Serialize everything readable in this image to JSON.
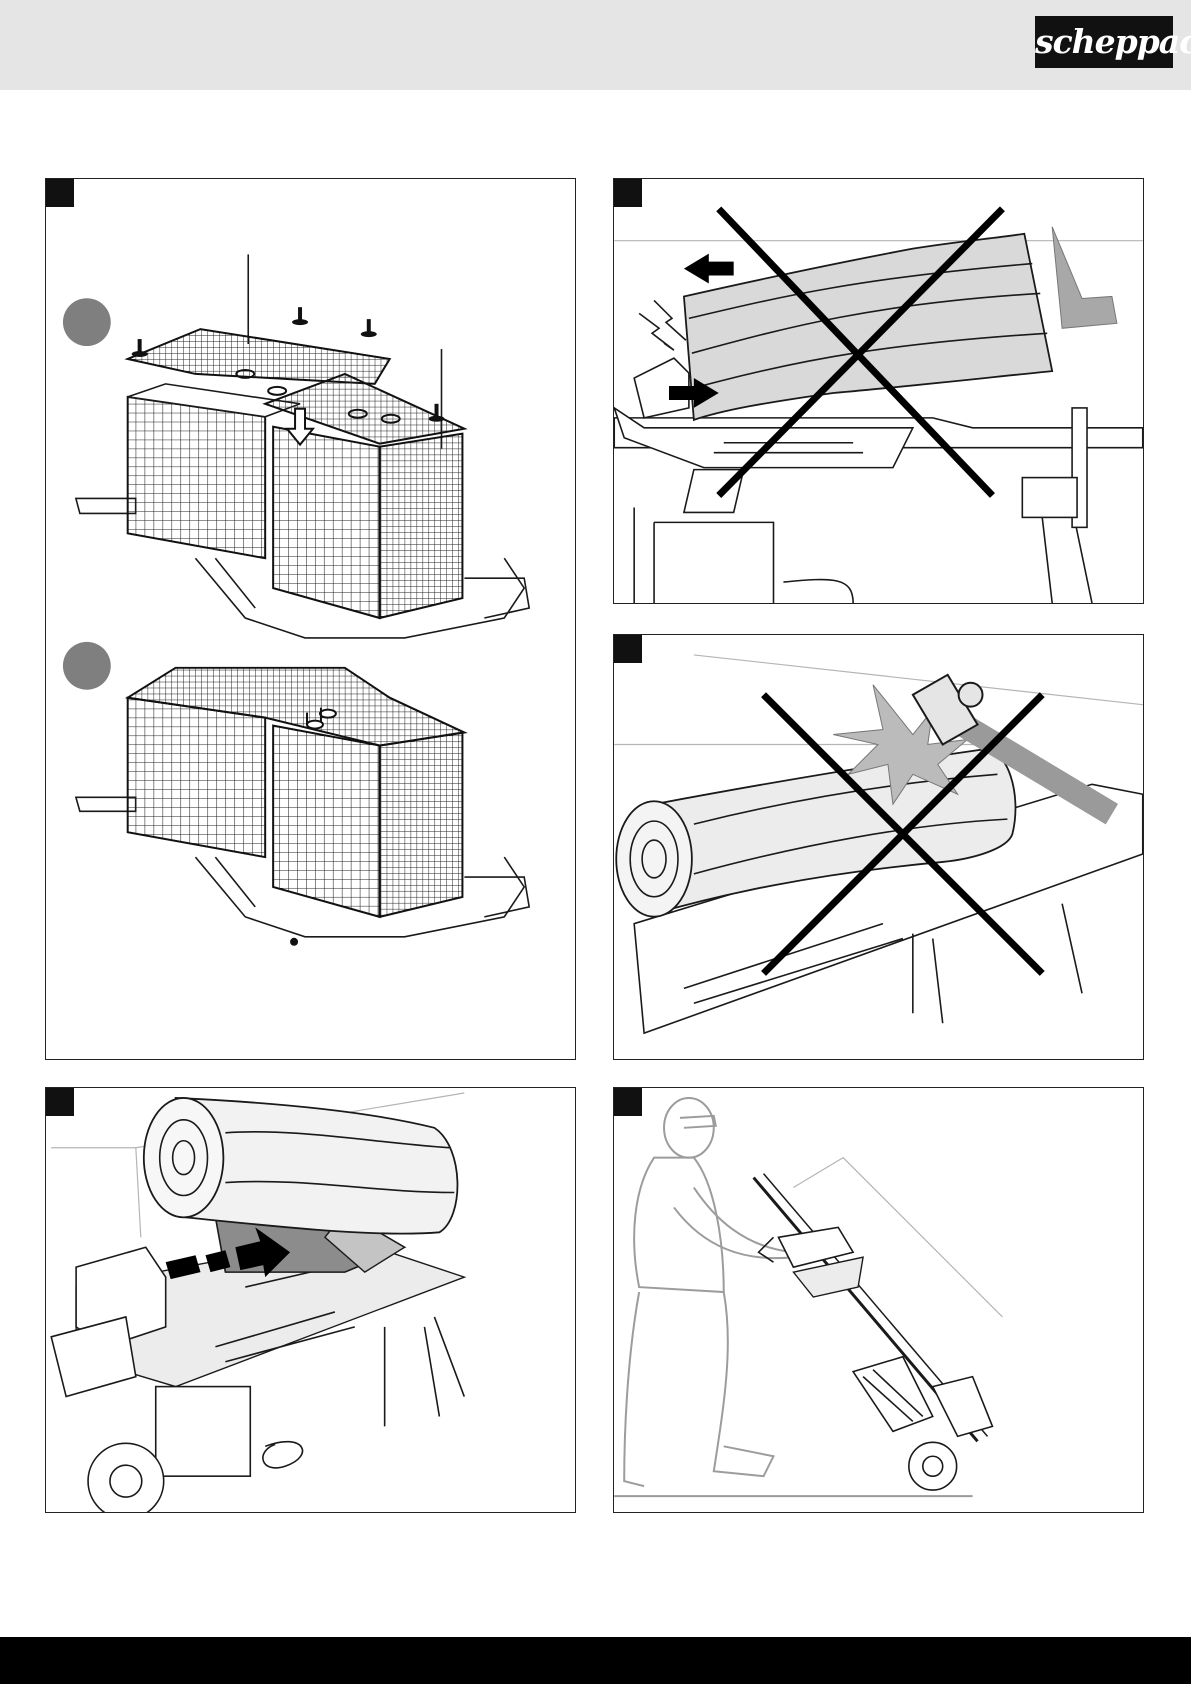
{
  "header": {
    "logo_text": "scheppach",
    "background_color": "#e5e5e5"
  },
  "panels": [
    {
      "id": "panel-top-left",
      "icon": "safety-cage-assembly-illustration"
    },
    {
      "id": "panel-top-right",
      "icon": "log-crooked-cut-prohibited-illustration"
    },
    {
      "id": "panel-middle-right",
      "icon": "hammer-strike-prohibited-illustration"
    },
    {
      "id": "panel-bottom-left",
      "icon": "log-wedge-splitting-illustration"
    },
    {
      "id": "panel-bottom-right",
      "icon": "transport-log-splitter-illustration"
    }
  ],
  "colors": {
    "prohibition_cross": "#000000",
    "step_marker": "#7f7f7f",
    "footer": "#000000"
  }
}
